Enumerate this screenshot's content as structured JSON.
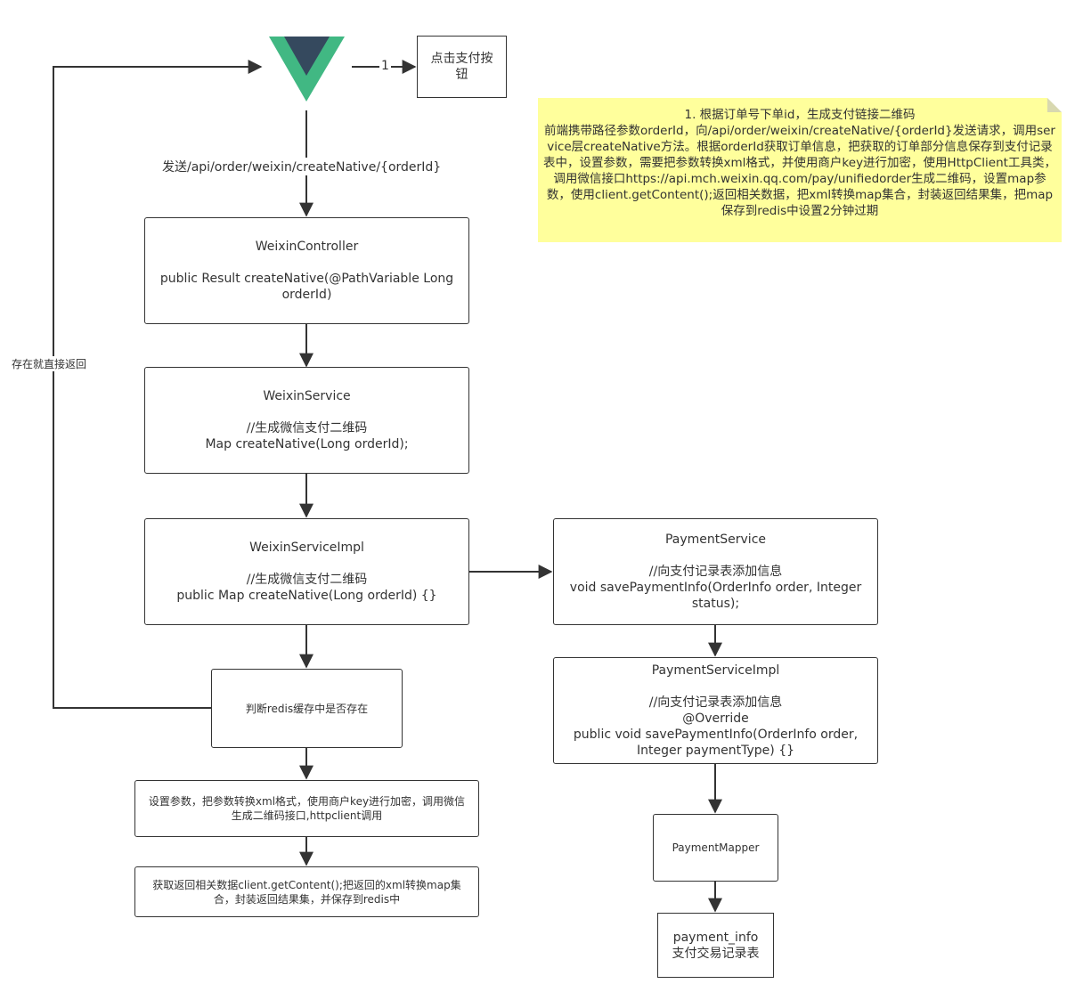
{
  "top": {
    "logo_icon": "vue-logo-icon",
    "edge_1_label": "1",
    "click_box": "点击支付按钮"
  },
  "request_label": "发送/api/order/weixin/createNative/{orderId}",
  "controller": {
    "title": "WeixinController",
    "method": "public Result createNative(@PathVariable Long orderId)"
  },
  "service": {
    "title": "WeixinService",
    "comment": "//生成微信支付二维码",
    "method": "Map createNative(Long orderId);"
  },
  "service_impl": {
    "title": "WeixinServiceImpl",
    "comment": "//生成微信支付二维码",
    "method": "public Map createNative(Long orderId) {}"
  },
  "redis_check": "判断redis缓存中是否存在",
  "return_label": "存在就直接返回",
  "set_params": "设置参数，把参数转换xml格式，使用商户key进行加密，调用微信生成二维码接口,httpclient调用",
  "get_content": "获取返回相关数据client.getContent();把返回的xml转换map集合，封装返回结果集，并保存到redis中",
  "payment_service": {
    "title": "PaymentService",
    "comment": "//向支付记录表添加信息",
    "method": "void savePaymentInfo(OrderInfo order, Integer status);"
  },
  "payment_service_impl": {
    "title": "PaymentServiceImpl",
    "comment": "//向支付记录表添加信息",
    "annotation": "@Override",
    "method": "public void savePaymentInfo(OrderInfo order, Integer paymentType) {}"
  },
  "payment_mapper": "PaymentMapper",
  "payment_info": {
    "name": "payment_info",
    "desc": "支付交易记录表"
  },
  "note": {
    "line1": "1. 根据订单号下单id，生成支付链接二维码",
    "body": "前端携带路径参数orderId，向/api/order/weixin/createNative/{orderId}发送请求，调用service层createNative方法。根据orderId获取订单信息，把获取的订单部分信息保存到支付记录表中，设置参数，需要把参数转换xml格式，并使用商户key进行加密，使用HttpClient工具类，调用微信接口https://api.mch.weixin.qq.com/pay/unifiedorder生成二维码，设置map参数，使用client.getContent();返回相关数据，把xml转换map集合，封装返回结果集，把map保存到redis中设置2分钟过期"
  },
  "colors": {
    "vue_green": "#41b883",
    "vue_dark": "#35495e",
    "note_bg": "#ffff9c",
    "stroke": "#333333"
  }
}
